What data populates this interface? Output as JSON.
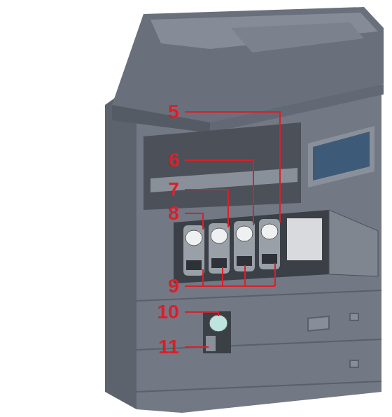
{
  "diagram": {
    "labels": [
      "5",
      "6",
      "7",
      "8",
      "9",
      "10",
      "11"
    ]
  }
}
